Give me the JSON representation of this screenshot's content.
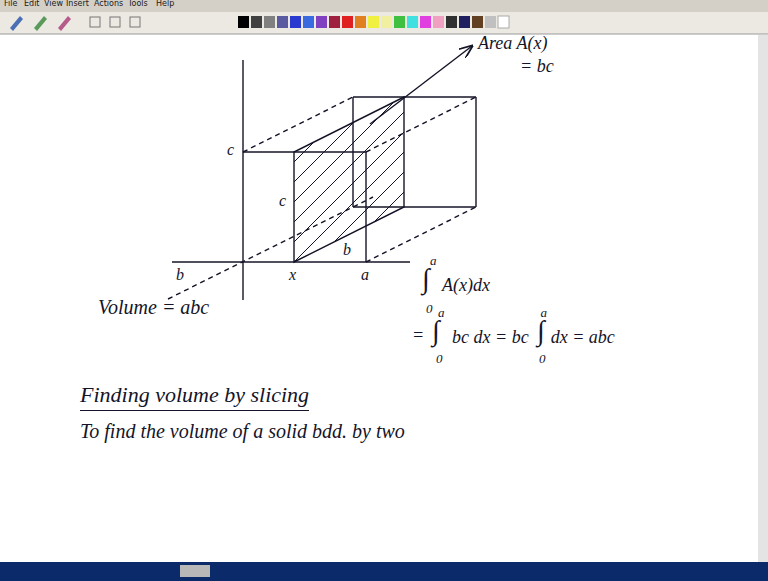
{
  "diagram": {
    "title": "Finding volume by slicing",
    "labels": [
      "File",
      "Edit",
      "View",
      "Insert",
      "Actions",
      "Tools",
      "Help",
      "c",
      "c",
      "b",
      "x",
      "a",
      "b",
      "Area A(x)",
      "= bc",
      "Volume = abc",
      "a",
      "∫",
      "A(x)dx",
      "0",
      "=",
      "a",
      "∫",
      "0",
      "bc dx = bc",
      "a",
      "∫",
      "0",
      "dx = abc",
      "To find the volume of a solid bdd. by two"
    ]
  }
}
